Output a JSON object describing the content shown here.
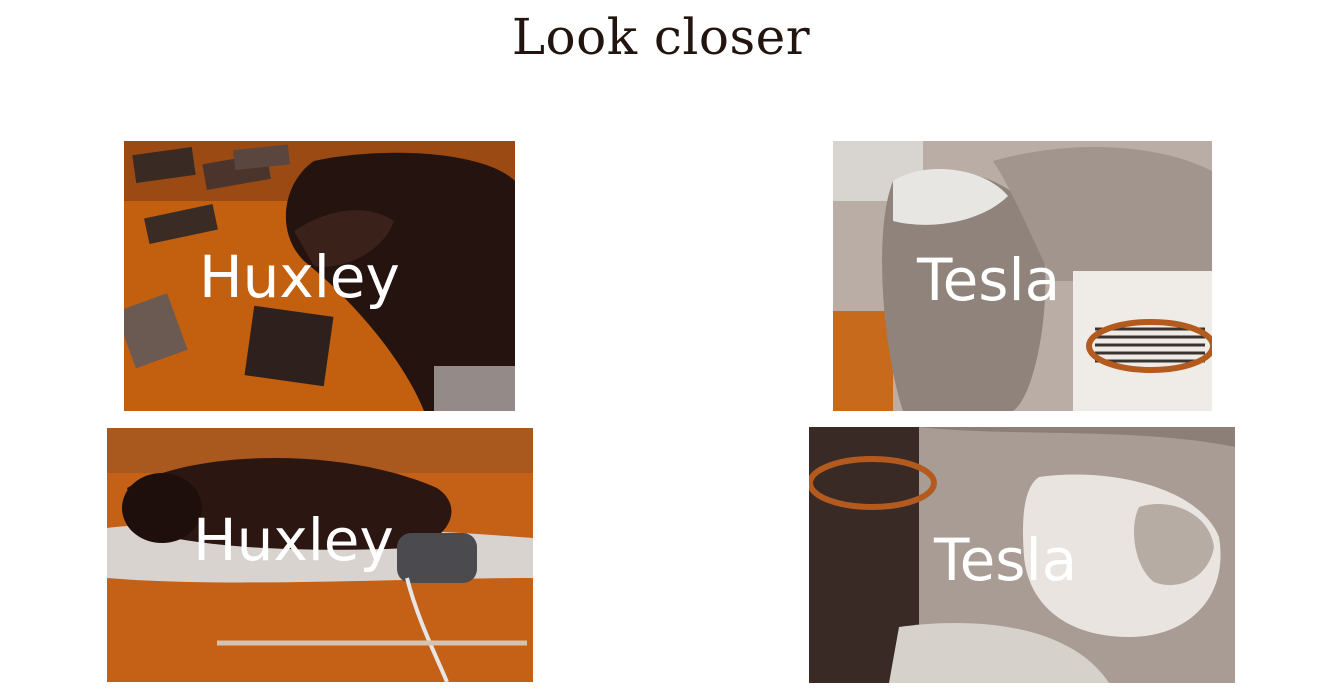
{
  "title": "Look closer",
  "photos": [
    {
      "caption": "Huxley"
    },
    {
      "caption": "Tesla"
    },
    {
      "caption": "Huxley"
    },
    {
      "caption": "Tesla"
    }
  ],
  "colors": {
    "title_text": "#22140f",
    "highlight_ring": "#b35a1f",
    "orange_tint": "#c65e10",
    "dark_brown": "#2a1410"
  }
}
